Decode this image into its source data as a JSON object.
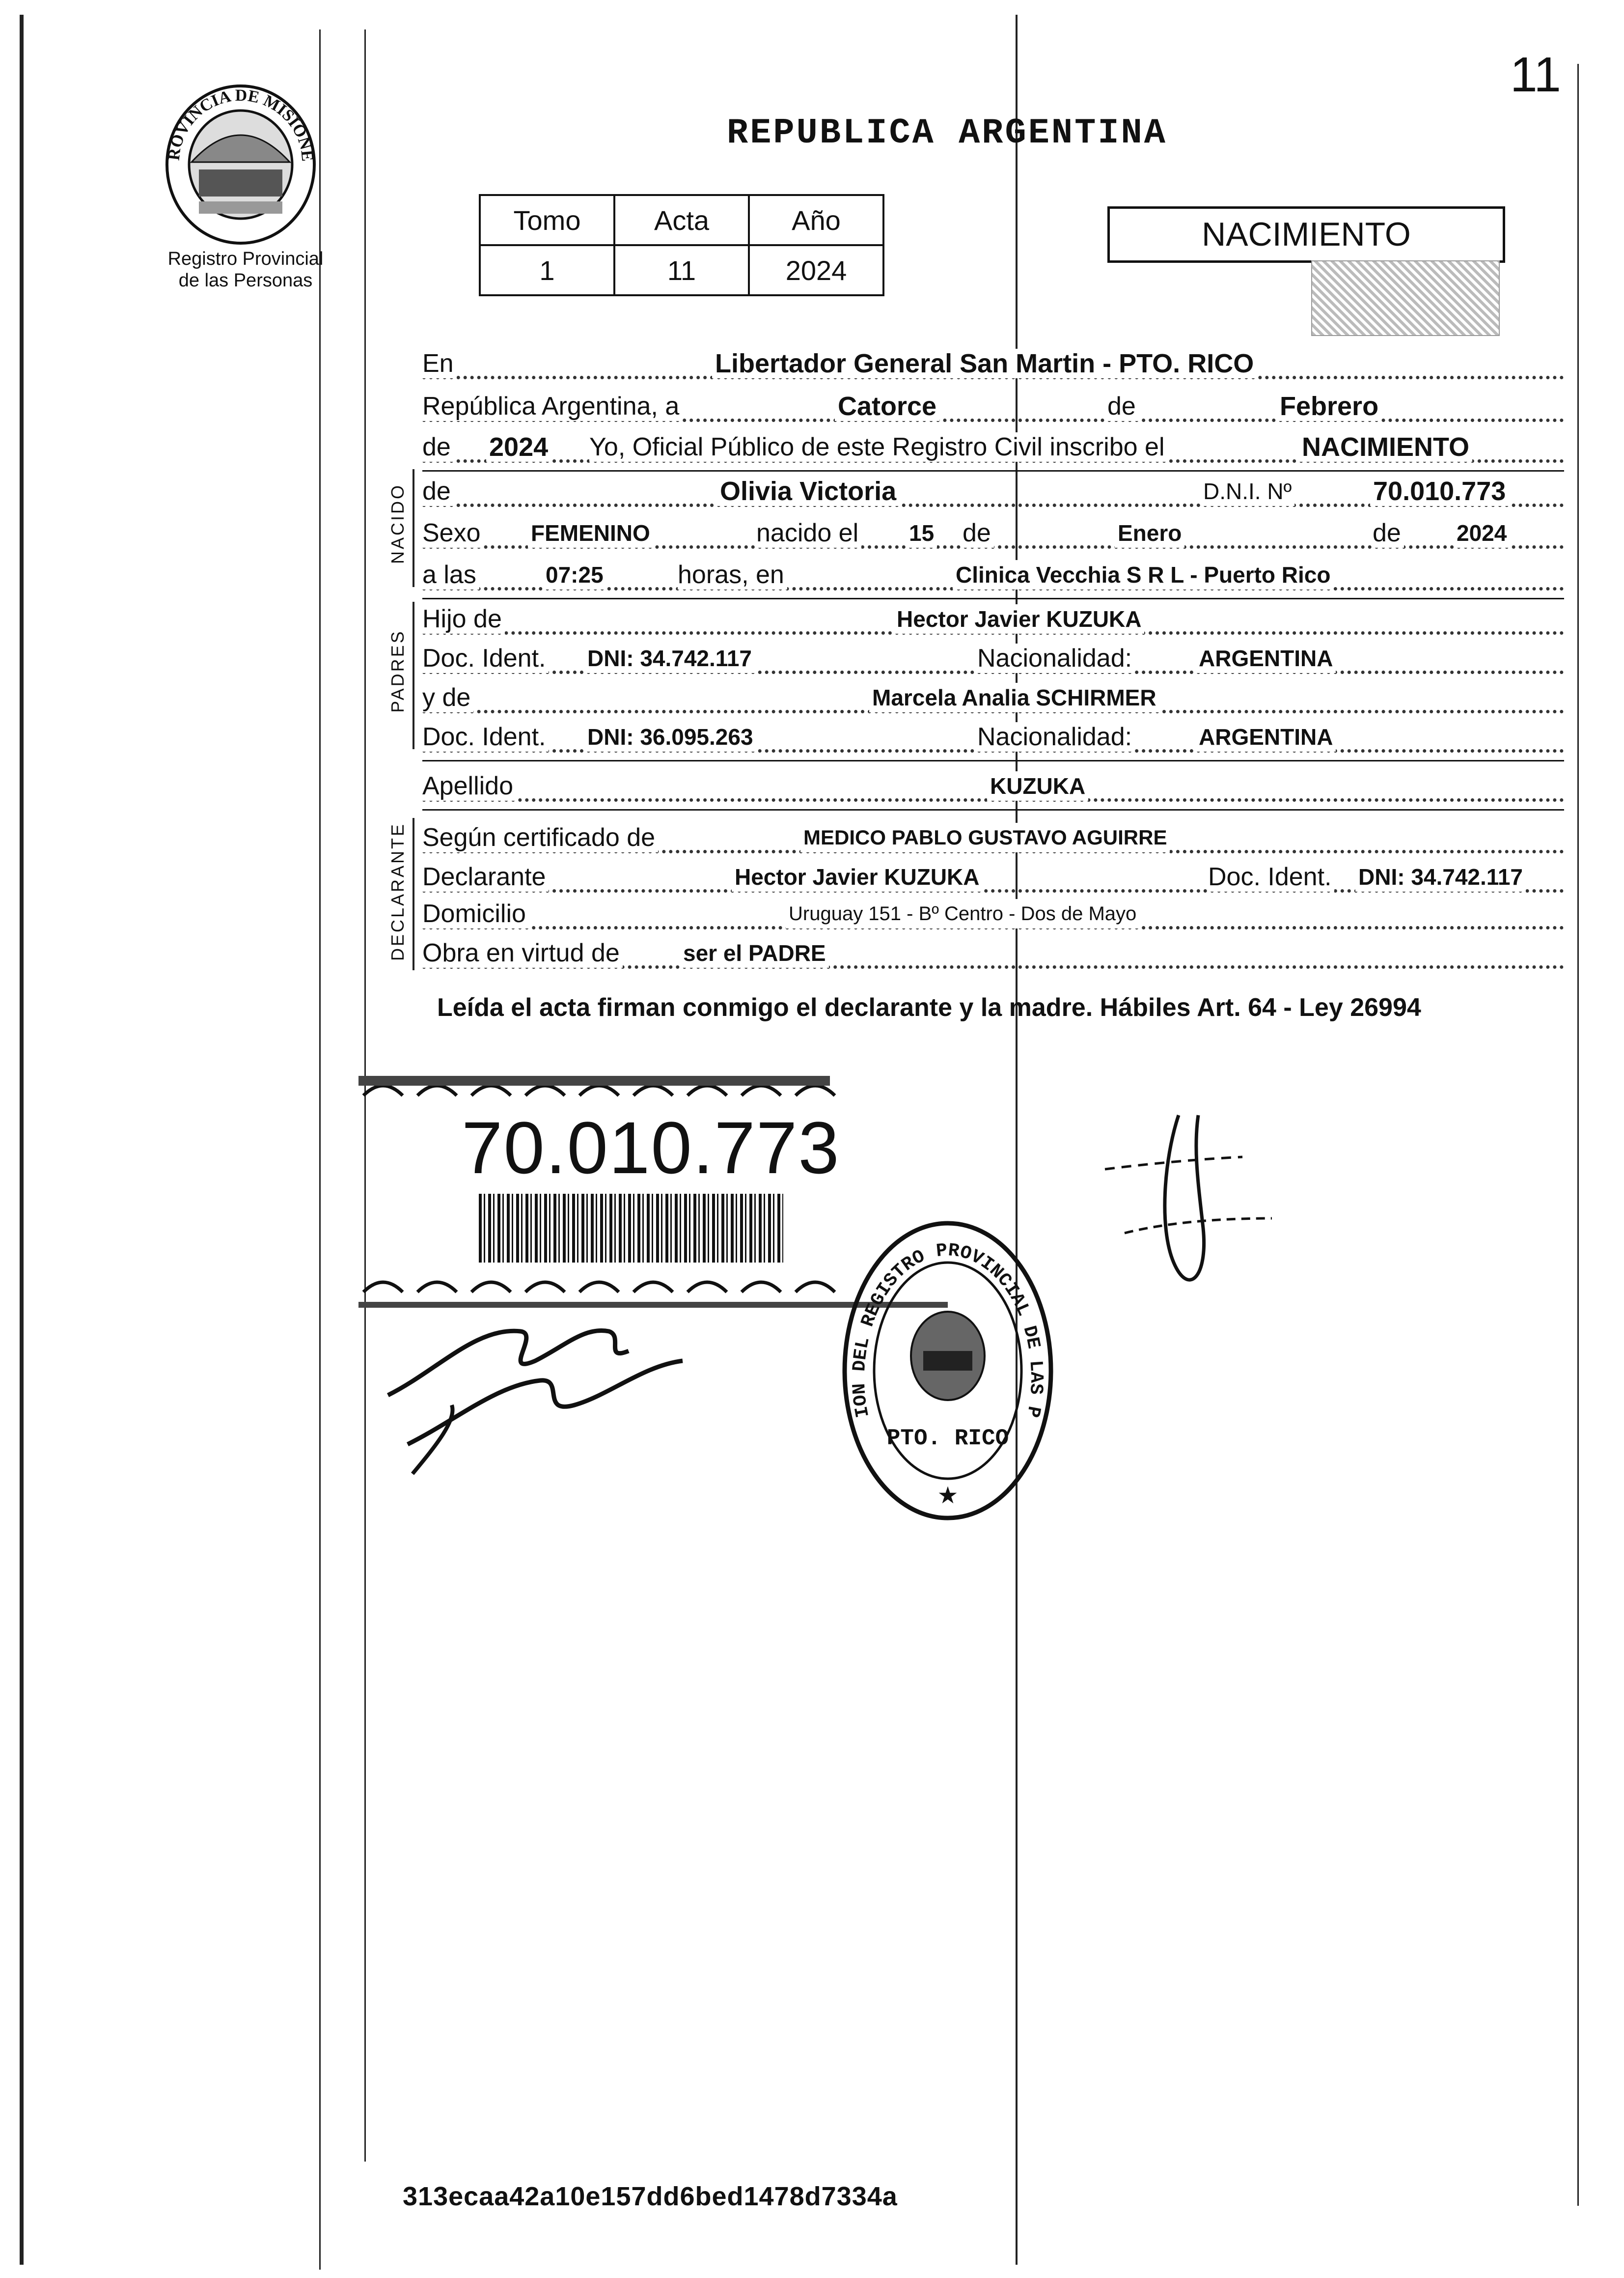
{
  "page_number": "11",
  "header": {
    "logo_text": "PROVINCIA DE MISIONES",
    "registry_line1": "Registro Provincial",
    "registry_line2": "de las Personas",
    "country": "REPUBLICA ARGENTINA",
    "act_type": "NACIMIENTO"
  },
  "record_table": {
    "headers": [
      "Tomo",
      "Acta",
      "Año"
    ],
    "values": [
      "1",
      "11",
      "2024"
    ]
  },
  "fields": {
    "en_label": "En",
    "place": "Libertador General San Martin - PTO. RICO",
    "rep_label": "República Argentina, a",
    "day_word": "Catorce",
    "de_label": "de",
    "month_word": "Febrero",
    "de2_label": "de",
    "year": "2024",
    "inscribo_text": "Yo, Oficial Público de este Registro Civil inscribo el",
    "act_word": "NACIMIENTO",
    "nacido_de_label": "de",
    "child_name": "Olivia Victoria",
    "dni_label": "D.N.I. Nº",
    "child_dni": "70.010.773",
    "sexo_label": "Sexo",
    "sex": "FEMENINO",
    "nacido_label": "nacido el",
    "birth_day": "15",
    "de3_label": "de",
    "birth_month": "Enero",
    "de4_label": "de",
    "birth_year": "2024",
    "alas_label": "a las",
    "birth_time": "07:25",
    "horas_label": "horas, en",
    "birth_place": "Clinica Vecchia S R L - Puerto Rico",
    "hijo_label": "Hijo de",
    "father_name": "Hector Javier KUZUKA",
    "doc_label": "Doc. Ident.",
    "father_doc": "DNI: 34.742.117",
    "nac_label": "Nacionalidad:",
    "father_nationality": "ARGENTINA",
    "yde_label": "y de",
    "mother_name": "Marcela Analia SCHIRMER",
    "doc2_label": "Doc. Ident.",
    "mother_doc": "DNI: 36.095.263",
    "nac2_label": "Nacionalidad:",
    "mother_nationality": "ARGENTINA",
    "apellido_label": "Apellido",
    "surname": "KUZUKA",
    "cert_label": "Según certificado de",
    "certificate": "MEDICO PABLO GUSTAVO AGUIRRE",
    "declarante_label": "Declarante",
    "declarant": "Hector Javier KUZUKA",
    "doc3_label": "Doc. Ident.",
    "declarant_doc": "DNI: 34.742.117",
    "domicilio_label": "Domicilio",
    "address": "Uruguay 151 - Bº Centro - Dos de Mayo",
    "obra_label": "Obra en virtud de",
    "obra": "ser el PADRE"
  },
  "side_labels": {
    "nacido": "NACIDO",
    "padres": "PADRES",
    "declarante": "DECLARANTE"
  },
  "legal_text": "Leída el acta firman conmigo el declarante y la madre. Hábiles  Art. 64 - Ley 26994",
  "barcode_number": "70.010.773",
  "stamp": {
    "text": "DELEGACION DEL REGISTRO PROVINCIAL DE LAS PERSONAS",
    "location": "PTO. RICO"
  },
  "hash": "313ecaa42a10e157dd6bed1478d7334a"
}
